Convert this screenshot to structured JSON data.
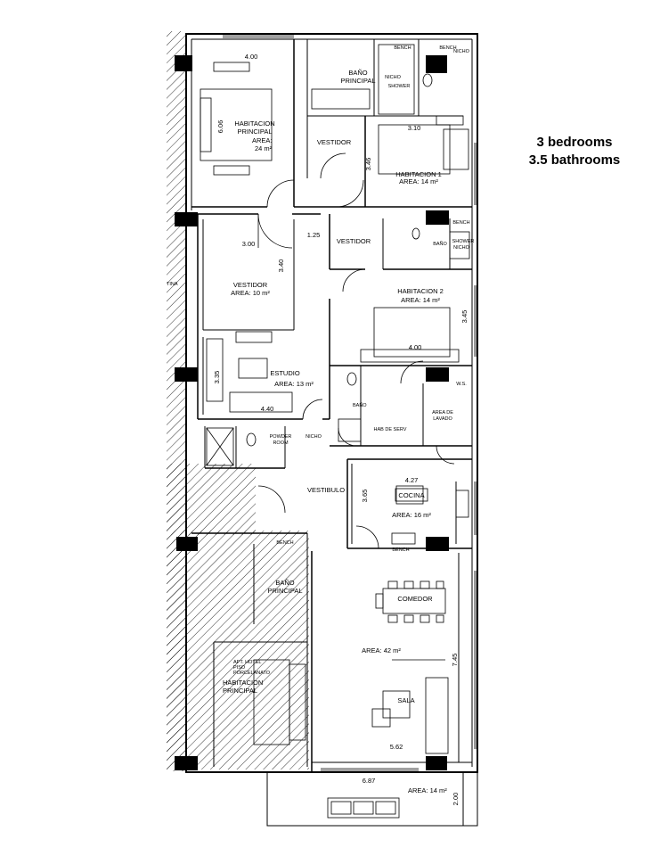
{
  "summary": {
    "bedrooms": "3 bedrooms",
    "bathrooms": "3.5 bathrooms"
  },
  "rooms": {
    "master_bedroom": {
      "name1": "HABITACION",
      "name2": "PRINCIPAL",
      "area": "AREA:",
      "area_val": "24 m²"
    },
    "master_bath": {
      "name1": "BAÑO",
      "name2": "PRINCIPAL"
    },
    "vestidor_top": "VESTIDOR",
    "bedroom1": {
      "name": "HABITACION  1",
      "area": "AREA: 14 m²"
    },
    "vestidor_mid": "VESTIDOR",
    "vestidor_big": {
      "name": "VESTIDOR",
      "area": "AREA: 10 m²"
    },
    "bedroom2": {
      "name": "HABITACION  2",
      "area": "AREA: 14 m²"
    },
    "estudio": {
      "name": "ESTUDIO",
      "area": "AREA: 13 m²"
    },
    "bano_serv": "BAÑO",
    "hab_serv": "HAB DE SERV",
    "lavado": {
      "l1": "AREA DE",
      "l2": "LAVADO"
    },
    "powder": {
      "l1": "POWDER",
      "l2": "ROOM"
    },
    "nicho_mid": "NICHO",
    "vestibulo": "VESTIBULO",
    "cocina": {
      "name": "COCINA",
      "area": "AREA: 16 m²"
    },
    "comedor": "COMEDOR",
    "sala_area": "AREA: 42 m²",
    "sala": "SALA",
    "neighbor_bath": {
      "name1": "BAÑO",
      "name2": "PRINCIPAL"
    },
    "neighbor_bed": {
      "l1": "APT. HOTEL",
      "l2": "PISO",
      "l3": "PORCELANATO",
      "name1": "HABITACION",
      "name2": "PRINCIPAL"
    },
    "terrace_area": "AREA: 14 m²",
    "tina": "TINA"
  },
  "fixtures": {
    "bench_top": "BENCH",
    "bench_top2": "BENCH",
    "nicho_top": "NICHO",
    "nicho_shower": "NICHO",
    "shower_top": "SHOWER",
    "bench_mid": "BENCH",
    "bano_mid": "BAÑO",
    "shower_mid": "SHOWER",
    "nicho_mid2": "NICHO",
    "bench_kitchen": "BENCH",
    "bench_neighbor": "BENCH",
    "ws": "W.S."
  },
  "dimensions": {
    "d400_top": "4.00",
    "d606": "6.06",
    "d310": "3.10",
    "d346": "3.46",
    "d300": "3.00",
    "d125": "1.25",
    "d340": "3.40",
    "d345": "3.45",
    "d400_mid": "4.00",
    "d335": "3.35",
    "d440": "4.40",
    "d427": "4.27",
    "d365": "3.65",
    "d745": "7.45",
    "d562": "5.62",
    "d687": "6.87",
    "d200": "2.00"
  }
}
